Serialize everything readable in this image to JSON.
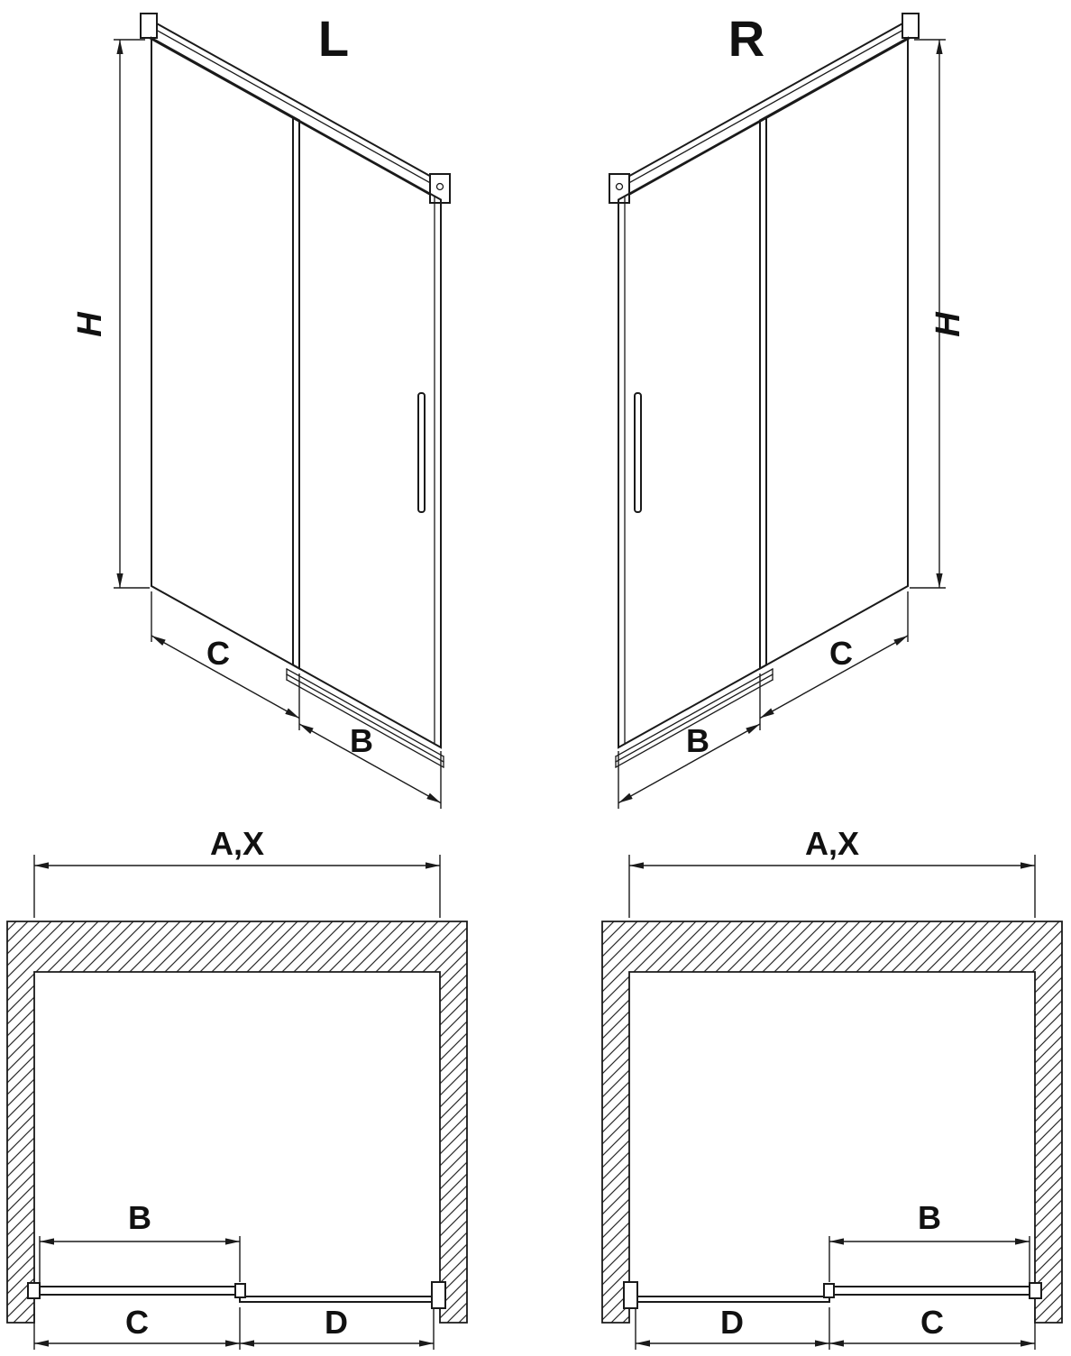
{
  "diagram": {
    "iso_left": {
      "variant_label": "L",
      "dim_height": "H",
      "dim_fixed": "C",
      "dim_door": "B"
    },
    "iso_right": {
      "variant_label": "R",
      "dim_height": "H",
      "dim_door": "B",
      "dim_fixed": "C"
    },
    "plan_left": {
      "dim_total": "A,X",
      "dim_door": "B",
      "dim_left": "C",
      "dim_right": "D"
    },
    "plan_right": {
      "dim_total": "A,X",
      "dim_door": "B",
      "dim_left": "D",
      "dim_right": "C"
    },
    "colors": {
      "line": "#1a1a1a",
      "background": "#ffffff",
      "hatch": "#2a2a2a"
    }
  }
}
